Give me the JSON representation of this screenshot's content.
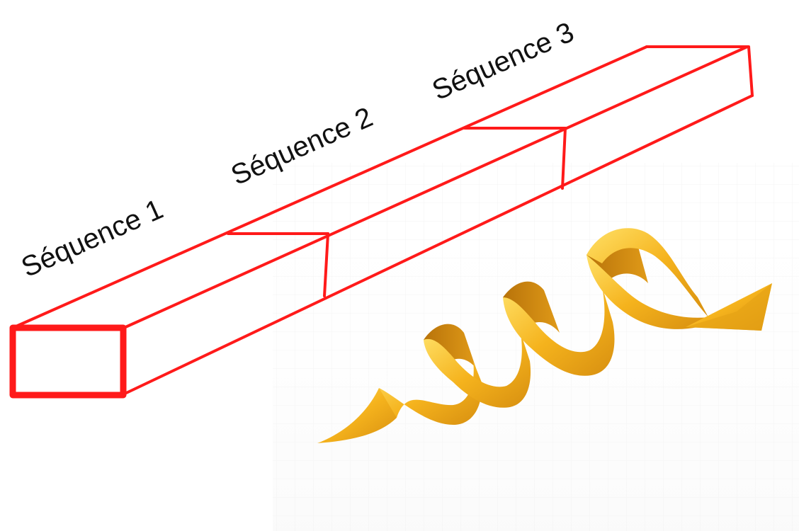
{
  "diagram": {
    "sequences": [
      {
        "label": "Séquence 1"
      },
      {
        "label": "Séquence 2"
      },
      {
        "label": "Séquence 3"
      }
    ],
    "colors": {
      "beam_outline": "#ff1a1a",
      "label_text": "#111111",
      "ribbon_light": "#ffd84a",
      "ribbon_mid": "#f5b31d",
      "ribbon_dark": "#c9820c",
      "grid_faint": "#eeeeee"
    },
    "icons": {
      "beam": "3d-beam-icon",
      "ribbon": "spiral-arrow-icon"
    }
  }
}
